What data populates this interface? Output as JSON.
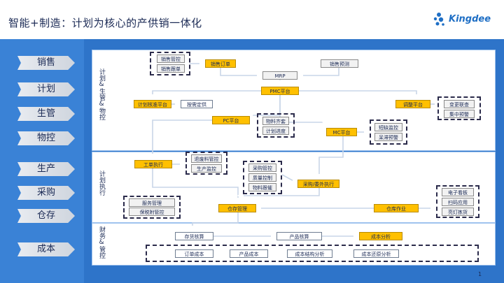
{
  "header": {
    "title": "智能+制造：计划为核心的产供销一体化",
    "brand": "Kingdee"
  },
  "colors": {
    "panel": "#2e74c9",
    "highlight": "#ffc000",
    "brand": "#1f6fc5"
  },
  "sidebar": {
    "labels": [
      "销售",
      "计划",
      "生管",
      "物控",
      "生产",
      "采购",
      "仓存",
      "成本"
    ]
  },
  "regions": {
    "plan": "计划&生管&物控",
    "exec": "计划执行",
    "cost": "财务&管控"
  },
  "plan": {
    "sales_mgmt": "销售管控",
    "sales_follow": "销售跟单",
    "sales_order": "销售订单",
    "sales_forecast": "销售预测",
    "mrp": "MRP",
    "pmc": "PMC平台",
    "plan_approve": "计划核准平台",
    "demand_supply": "按需定供",
    "adjust": "调整平台",
    "change_contact": "变更联查",
    "centralized_alert": "集中预警",
    "pc": "PC平台",
    "material_kit": "物料齐套",
    "plan_progress": "计划进度",
    "mc": "MC平台",
    "shortage_monitor": "短缺监控",
    "stagnant_alert": "呆滞预警"
  },
  "exec": {
    "work_order": "工单执行",
    "return_material": "退废料管控",
    "production_monitor": "生产监控",
    "purchase_monitor": "采购管控",
    "quality_control": "质量控制",
    "material_follow": "物料跟催",
    "purchase_outsource": "采购/委外执行",
    "service_mgmt": "服务管理",
    "bonded_mgmt": "保税附管控",
    "warehouse_mgmt": "仓存管理",
    "warehouse_ops": "仓库作业",
    "e_kanban": "电子看板",
    "barcode_app": "扫码应用",
    "bright_light": "亮灯拣货"
  },
  "cost": {
    "inventory_accounting": "存货核算",
    "product_accounting": "产品核算",
    "cost_analysis": "成本分析",
    "order_cost": "订单成本",
    "product_cost": "产品成本",
    "cost_structure": "成本结构分析",
    "cost_restore": "成本还原分析"
  },
  "page_number": "1"
}
